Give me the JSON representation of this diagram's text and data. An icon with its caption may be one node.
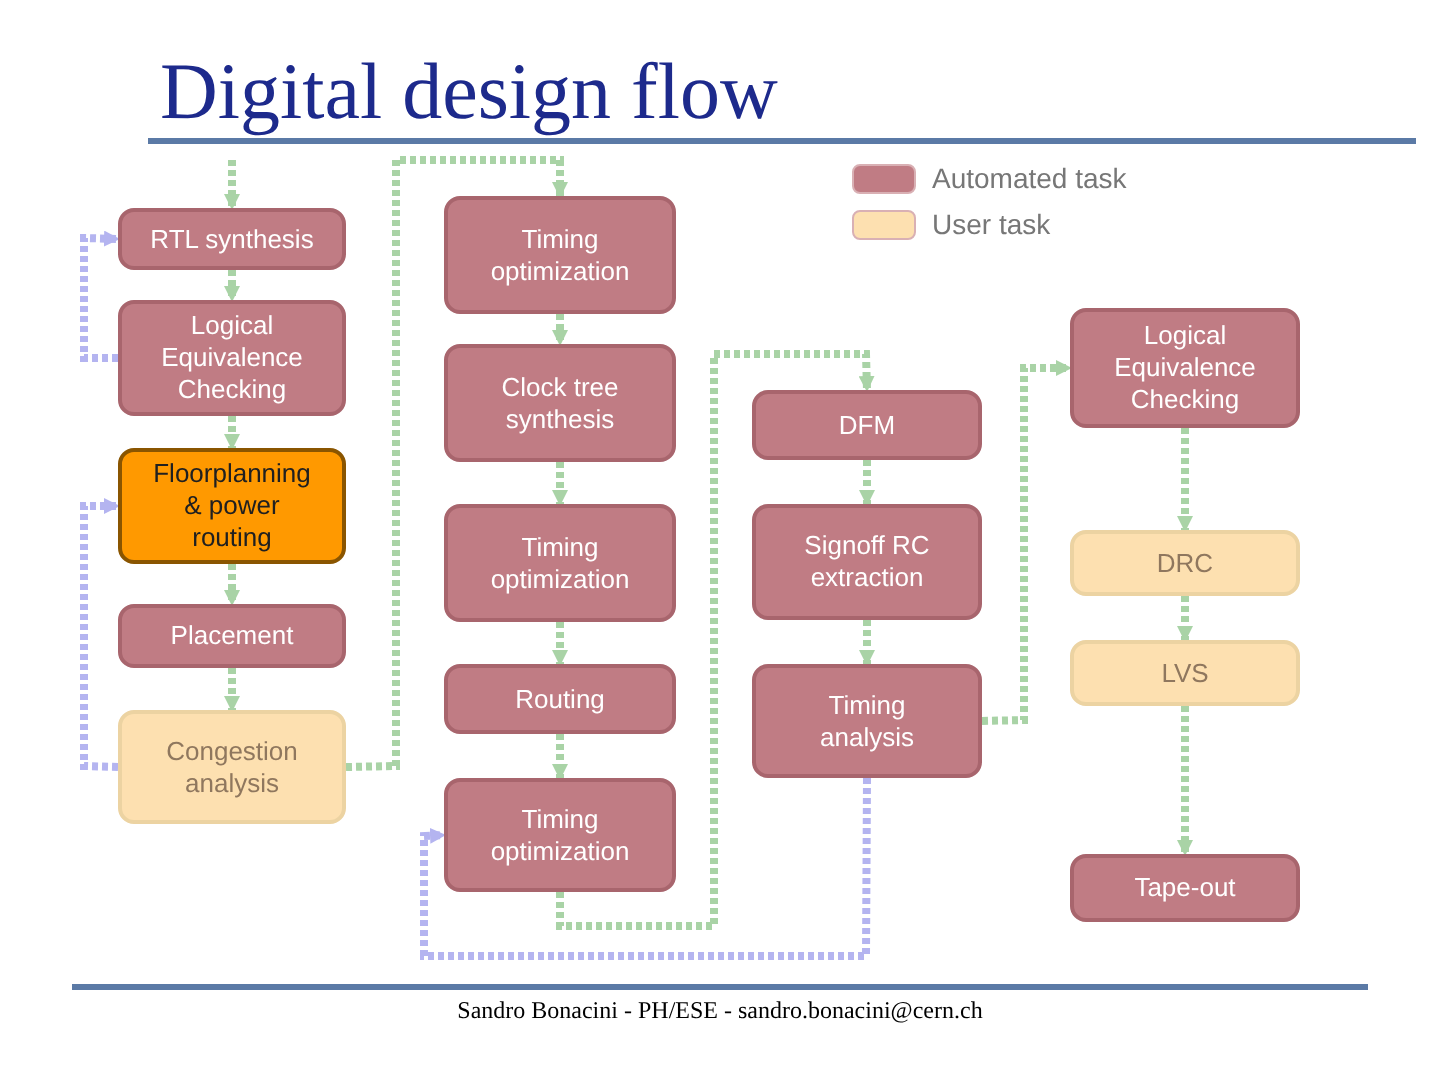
{
  "diagram": {
    "title": "Digital design flow",
    "nodes": [
      {
        "text": [
          "RTL synthesis"
        ]
      },
      {
        "text": [
          "Logical Equivalence Checking"
        ]
      },
      {
        "text": [
          "Floorplanning & power routing"
        ]
      },
      {
        "text": [
          "Placement"
        ]
      },
      {
        "text": [
          "Congestion analysis"
        ]
      },
      {
        "text": [
          "Timing optimization"
        ]
      },
      {
        "text": [
          "Clock tree synthesis"
        ]
      },
      {
        "text": [
          "Timing optimization"
        ]
      },
      {
        "text": [
          "Routing"
        ]
      },
      {
        "text": [
          "Timing optimization"
        ]
      },
      {
        "text": [
          "DFM"
        ]
      },
      {
        "text": [
          "Signoff RC extraction"
        ]
      },
      {
        "text": [
          "Timing analysis"
        ]
      },
      {
        "text": [
          "Logical Equivalence Checking"
        ]
      },
      {
        "text": [
          "DRC"
        ]
      },
      {
        "text": [
          "LVS"
        ]
      },
      {
        "text": [
          "Tape-out"
        ]
      }
    ],
    "edges": [
      {
        "from": null,
        "to": 0,
        "arrow": "to"
      },
      {
        "from": 0,
        "to": 1,
        "arrow": "to"
      },
      {
        "from": 1,
        "to": 2,
        "arrow": "to"
      },
      {
        "from": 2,
        "to": 3,
        "arrow": "to"
      },
      {
        "from": 3,
        "to": 4,
        "arrow": "to"
      },
      {
        "from": 1,
        "to": 0,
        "arrow": "to",
        "color": "#b4b4f0"
      },
      {
        "from": 4,
        "to": 2,
        "arrow": "to",
        "color": "#b4b4f0"
      },
      {
        "from": 4,
        "to": 5,
        "arrow": "to"
      },
      {
        "from": 5,
        "to": 6,
        "arrow": "to"
      },
      {
        "from": 6,
        "to": 7,
        "arrow": "to"
      },
      {
        "from": 7,
        "to": 8,
        "arrow": "to"
      },
      {
        "from": 8,
        "to": 9,
        "arrow": "to"
      },
      {
        "from": 9,
        "to": 10,
        "arrow": "to"
      },
      {
        "from": 10,
        "to": 11,
        "arrow": "to"
      },
      {
        "from": 11,
        "to": 12,
        "arrow": "to"
      },
      {
        "from": 12,
        "to": 9,
        "arrow": "to",
        "color": "#b4b4f0"
      },
      {
        "from": 12,
        "to": 13,
        "arrow": "to"
      },
      {
        "from": 13,
        "to": 14,
        "arrow": "to"
      },
      {
        "from": 14,
        "to": 15,
        "arrow": "to"
      },
      {
        "from": 15,
        "to": 16,
        "arrow": "to"
      }
    ],
    "labels": [
      "Sandro Bonacini - PH/ESE - sandro.bonacini@cern.ch"
    ],
    "legend": [
      {
        "text": "Automated task",
        "color": "#c07c84"
      },
      {
        "text": "User task",
        "color": "#fde0b0"
      }
    ]
  }
}
